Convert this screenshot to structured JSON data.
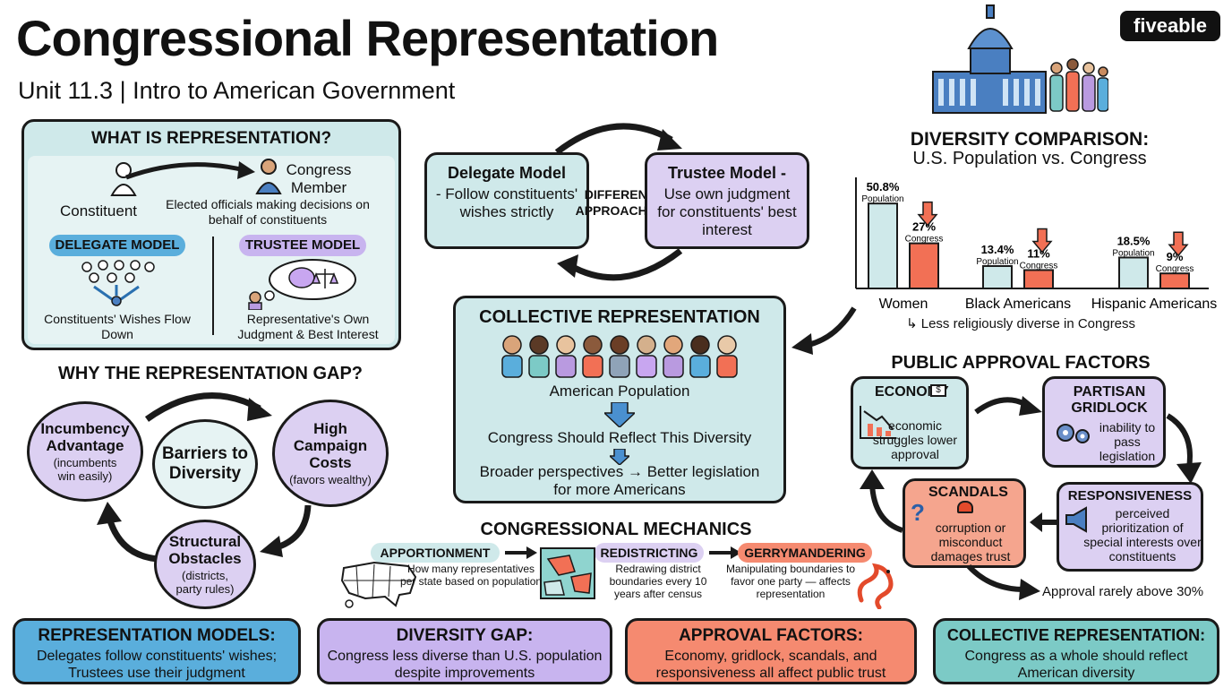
{
  "header": {
    "title": "Congressional Representation",
    "subtitle": "Unit 11.3 | Intro to American Government",
    "brand": "fiveable"
  },
  "what_is": {
    "title": "WHAT IS REPRESENTATION?",
    "constituent": "Constituent",
    "congress_member": "Congress Member",
    "description": "Elected officials making decisions on behalf of constituents",
    "delegate_label": "DELEGATE MODEL",
    "delegate_desc": "Constituents' Wishes Flow Down",
    "trustee_label": "TRUSTEE MODEL",
    "trustee_desc": "Representative's Own Judgment & Best Interest"
  },
  "models": {
    "delegate_title": "Delegate Model",
    "delegate_desc": "- Follow constituents' wishes strictly",
    "center": "DIFFERENT APPROACHES",
    "trustee_title": "Trustee Model -",
    "trustee_desc": "Use own judgment for constituents' best interest"
  },
  "collective": {
    "title": "COLLECTIVE REPRESENTATION",
    "population": "American Population",
    "reflect": "Congress Should Reflect This Diversity",
    "result": "Broader perspectives → Better legislation for more Americans"
  },
  "gap": {
    "title": "WHY THE REPRESENTATION GAP?",
    "center": "Barriers to Diversity",
    "incumbency_title": "Incumbency Advantage",
    "incumbency_desc": "(incumbents win easily)",
    "campaign_title": "High Campaign Costs",
    "campaign_desc": "(favors wealthy)",
    "structural_title": "Structural Obstacles",
    "structural_desc": "(districts, party rules)"
  },
  "diversity": {
    "title": "DIVERSITY COMPARISON:",
    "subtitle": "U.S. Population vs. Congress",
    "pop_label": "Population",
    "con_label": "Congress",
    "note": "Less religiously diverse in Congress"
  },
  "chart_data": {
    "type": "bar",
    "title": "DIVERSITY COMPARISON:",
    "subtitle": "U.S. Population vs. Congress",
    "categories": [
      "Women",
      "Black Americans",
      "Hispanic Americans"
    ],
    "series": [
      {
        "name": "Population",
        "values": [
          50.8,
          13.4,
          18.5
        ]
      },
      {
        "name": "Congress",
        "values": [
          27,
          11,
          9
        ]
      }
    ],
    "value_labels": {
      "Population": [
        "50.8%",
        "13.4%",
        "18.5%"
      ],
      "Congress": [
        "27%",
        "11%",
        "9%"
      ]
    },
    "ylim": [
      0,
      60
    ],
    "grid": false
  },
  "approval": {
    "title": "PUBLIC APPROVAL FACTORS",
    "economy_title": "ECONOMY",
    "economy_desc": "economic struggles lower approval",
    "gridlock_title": "PARTISAN GRIDLOCK",
    "gridlock_desc": "inability to pass legislation",
    "scandals_title": "SCANDALS",
    "scandals_desc": "corruption or misconduct damages trust",
    "responsiveness_title": "RESPONSIVENESS",
    "responsiveness_desc": "perceived prioritization of special interests over constituents",
    "note": "Approval rarely above 30%"
  },
  "mechanics": {
    "title": "CONGRESSIONAL MECHANICS",
    "apportionment": "APPORTIONMENT",
    "apportionment_desc": "How many representatives per state based on population",
    "redistricting": "REDISTRICTING",
    "redistricting_desc": "Redrawing district boundaries every 10 years after census",
    "gerrymandering": "GERRYMANDERING",
    "gerrymandering_desc": "Manipulating boundaries to favor one party — affects representation"
  },
  "summary": {
    "models_title": "REPRESENTATION MODELS:",
    "models_desc": "Delegates follow constituents' wishes; Trustees use their judgment",
    "gap_title": "DIVERSITY GAP:",
    "gap_desc": "Congress less diverse than U.S. population despite improvements",
    "approval_title": "APPROVAL FACTORS:",
    "approval_desc": "Economy, gridlock, scandals, and responsiveness all affect public trust",
    "collective_title": "COLLECTIVE REPRESENTATION:",
    "collective_desc": "Congress as a whole should reflect American diversity"
  },
  "colors": {
    "teal": "#cfe9ea",
    "lavender": "#dcd0f2",
    "coral": "#f58a70",
    "blue": "#5aaedc",
    "congress_bar": "#f27055"
  }
}
